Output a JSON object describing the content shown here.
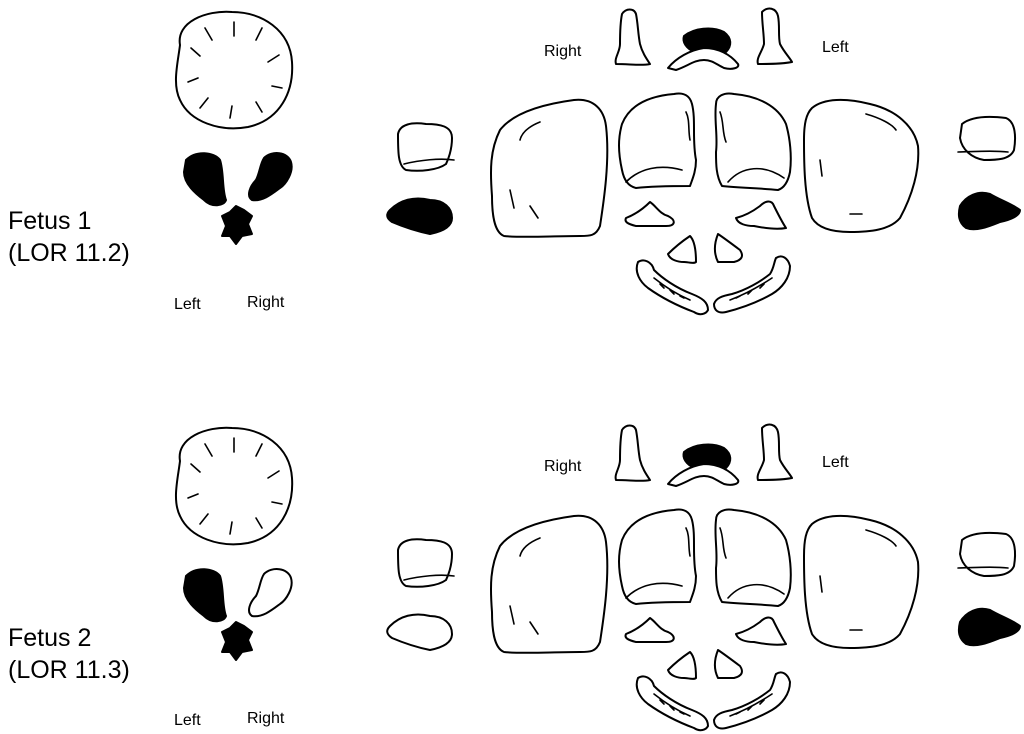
{
  "panels": [
    {
      "fetus_label": "Fetus 1",
      "lor_label": "(LOR 11.2)",
      "base_left": "Left",
      "base_right": "Right",
      "vault_right": "Right",
      "vault_left": "Left",
      "left_petrous_state": "filled",
      "right_petrous_state": "filled",
      "vault_right_petrous_state": "filled",
      "vault_left_petrous_state": "filled"
    },
    {
      "fetus_label": "Fetus 2",
      "lor_label": "(LOR 11.3)",
      "base_left": "Left",
      "base_right": "Right",
      "vault_right": "Right",
      "vault_left": "Left",
      "left_petrous_state": "filled",
      "right_petrous_state": "outline",
      "vault_right_petrous_state": "outline",
      "vault_left_petrous_state": "filled"
    }
  ],
  "colors": {
    "ink": "#000000",
    "background": "#ffffff"
  }
}
